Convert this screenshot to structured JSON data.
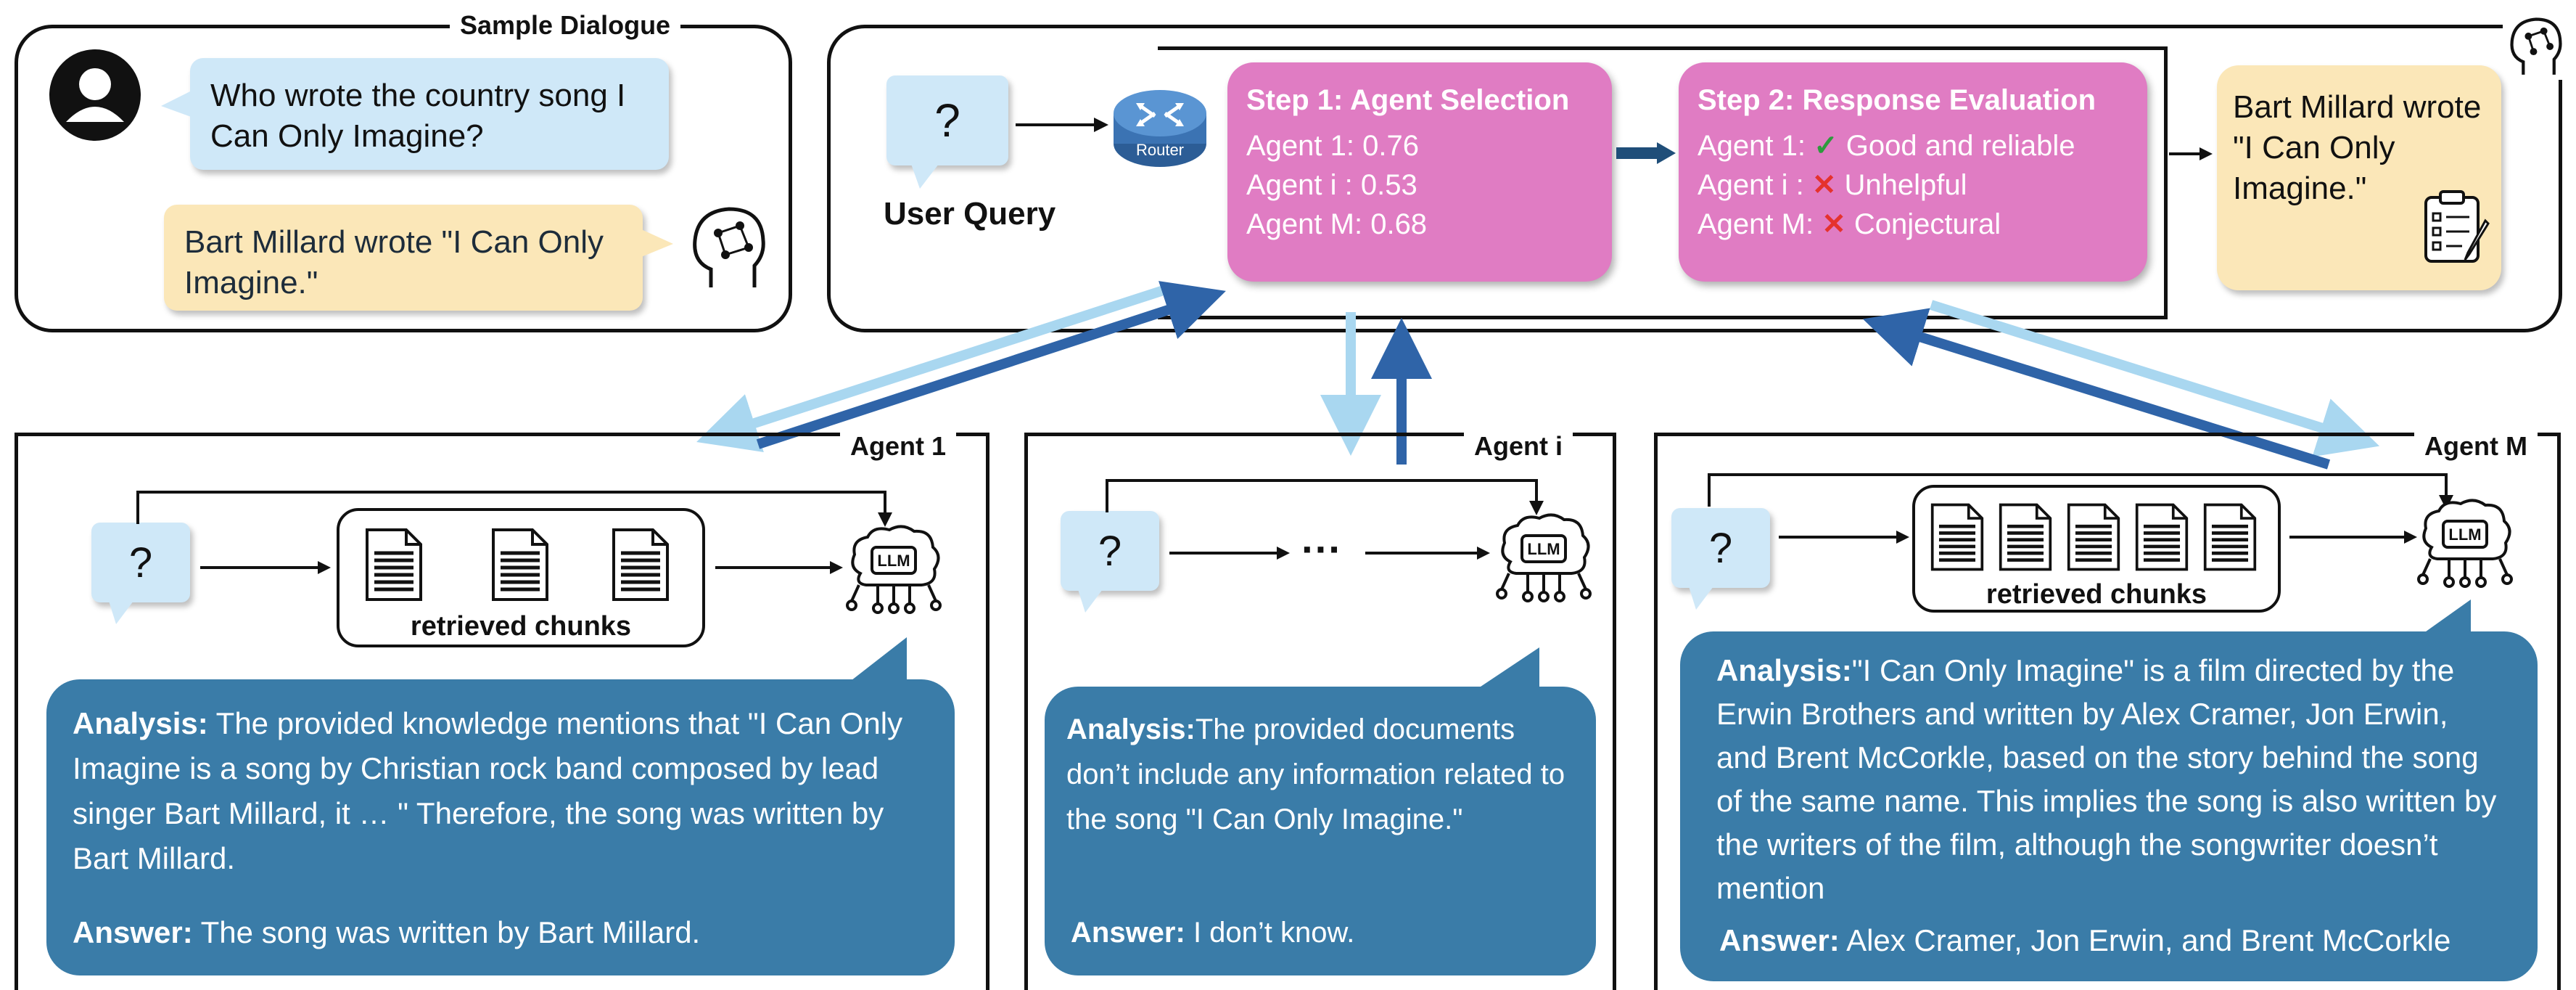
{
  "sample_dialogue": {
    "title": "Sample Dialogue",
    "user_message": "Who wrote the country song I Can Only Imagine?",
    "agent_reply": "Bart Millard wrote \"I Can Only Imagine.\""
  },
  "pipeline": {
    "user_query_label": "User Query",
    "query_mark": "?",
    "router_label": "Router",
    "step1": {
      "title": "Step 1: Agent Selection",
      "rows": [
        {
          "agent": "Agent 1",
          "score": "0.76"
        },
        {
          "agent": "Agent i",
          "score": "0.53"
        },
        {
          "agent": "Agent M",
          "score": "0.68"
        }
      ]
    },
    "step2": {
      "title": "Step 2: Response Evaluation",
      "rows": [
        {
          "agent": "Agent 1",
          "mark": "✓",
          "verdict": "Good and reliable"
        },
        {
          "agent": "Agent i",
          "mark": "✕",
          "verdict": "Unhelpful"
        },
        {
          "agent": "Agent M",
          "mark": "✕",
          "verdict": "Conjectural"
        }
      ]
    },
    "final_answer": "Bart Millard wrote \"I Can Only Imagine.\""
  },
  "agents": [
    {
      "title": "Agent 1",
      "chunks_label": "retrieved chunks",
      "analysis_label": "Analysis:",
      "analysis_text": "The provided knowledge mentions that \"I Can Only Imagine is a song by Christian rock band composed by lead singer Bart Millard, it … \" Therefore, the song was written by Bart Millard.",
      "answer_label": "Answer:",
      "answer_text": "The song was written by Bart Millard."
    },
    {
      "title": "Agent i",
      "ellipsis": "···",
      "analysis_label": "Analysis:",
      "analysis_text": "The provided documents don’t include any information related to the song \"I Can Only Imagine.\"",
      "answer_label": "Answer:",
      "answer_text": "I don’t know."
    },
    {
      "title": "Agent M",
      "chunks_label": "retrieved chunks",
      "analysis_label": "Analysis:",
      "analysis_text": "\"I Can Only Imagine\" is a film directed by the Erwin Brothers and written by Alex Cramer, Jon Erwin, and Brent McCorkle, based on the story behind the song of the same name. This implies the song is also written by the writers of the film, although the songwriter doesn’t mention",
      "answer_label": "Answer:",
      "answer_text": "Alex Cramer, Jon Erwin, and Brent McCorkle"
    }
  ],
  "icons": {
    "llm_chip_label": "LLM"
  },
  "colors": {
    "step_pink": "#e07cc3",
    "analysis_blue": "#3a7ca8",
    "arrow_light": "#a9d7f0",
    "arrow_dark": "#2f64a8",
    "bubble_blue": "#cfe8f8",
    "bubble_yellow": "#fbe7b8"
  }
}
